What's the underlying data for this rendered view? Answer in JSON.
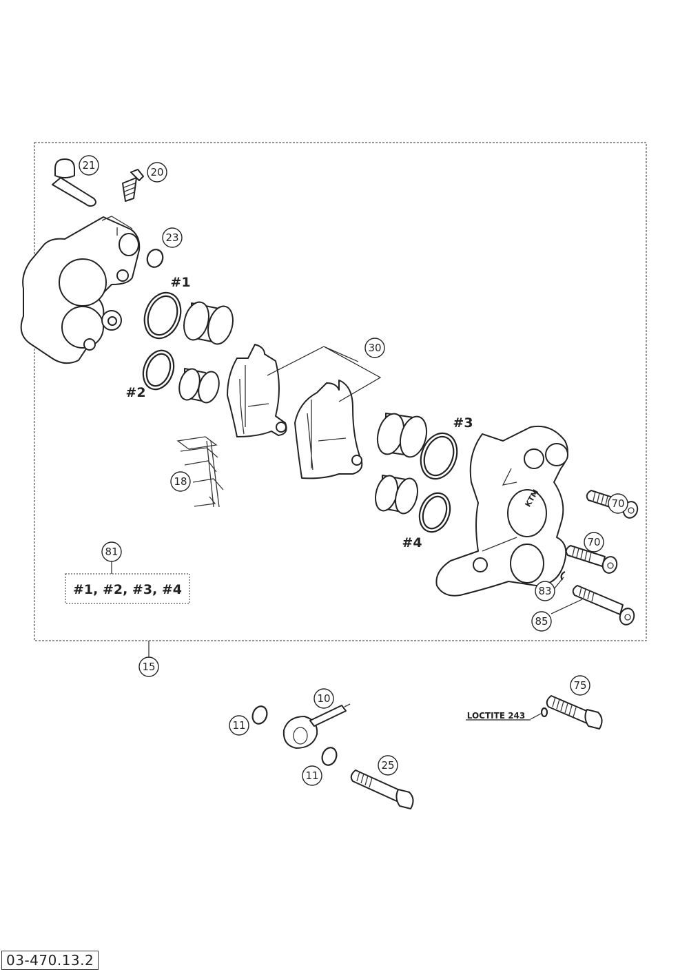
{
  "diagram": {
    "callouts": [
      "21",
      "20",
      "23",
      "30",
      "18",
      "70",
      "70",
      "83",
      "85",
      "15",
      "81",
      "10",
      "11",
      "11",
      "25",
      "75"
    ],
    "hash_labels": [
      "#1",
      "#2",
      "#3",
      "#4"
    ],
    "kit_box_label": "#1, #2, #3, #4",
    "loctite_label": "LOCTITE 243",
    "drawing_number": "03-470.13.2",
    "caliper_brand": "KTM"
  }
}
